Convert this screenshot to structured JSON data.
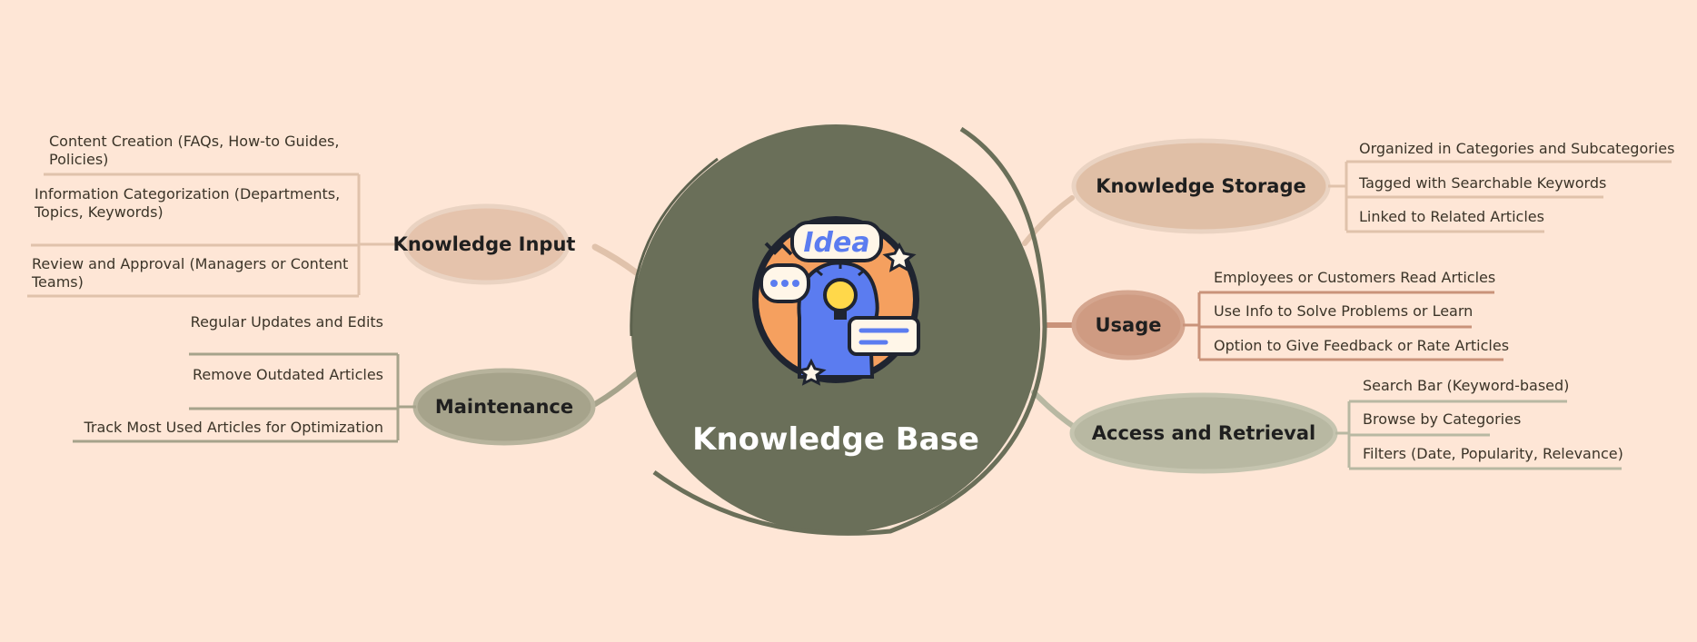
{
  "central": {
    "title": "Knowledge Base",
    "badge_text": "Idea"
  },
  "branches": {
    "knowledge_input": {
      "label": "Knowledge Input",
      "items": [
        "Content Creation (FAQs, How-to Guides, Policies)",
        "Information Categorization (Departments, Topics, Keywords)",
        "Review and Approval (Managers or Content Teams)"
      ]
    },
    "maintenance": {
      "label": "Maintenance",
      "items": [
        "Regular Updates and Edits",
        "Remove Outdated Articles",
        "Track Most Used Articles for Optimization"
      ]
    },
    "knowledge_storage": {
      "label": "Knowledge Storage",
      "items": [
        "Organized in Categories and Subcategories",
        "Tagged with Searchable Keywords",
        "Linked to Related Articles"
      ]
    },
    "usage": {
      "label": "Usage",
      "items": [
        "Employees or Customers Read Articles",
        "Use Info to Solve Problems or Learn",
        "Option to Give Feedback or Rate Articles"
      ]
    },
    "access_retrieval": {
      "label": "Access and Retrieval",
      "items": [
        "Search Bar (Keyword-based)",
        "Browse by Categories",
        "Filters (Date, Popularity, Relevance)"
      ]
    }
  },
  "colors": {
    "background": "#fee6d6",
    "center": "#6a6f59",
    "input": "#e5c3ac",
    "storage": "#e0bfa6",
    "usage": "#cf9b82",
    "maintenance": "#a6a38b",
    "access": "#b8b8a2"
  }
}
